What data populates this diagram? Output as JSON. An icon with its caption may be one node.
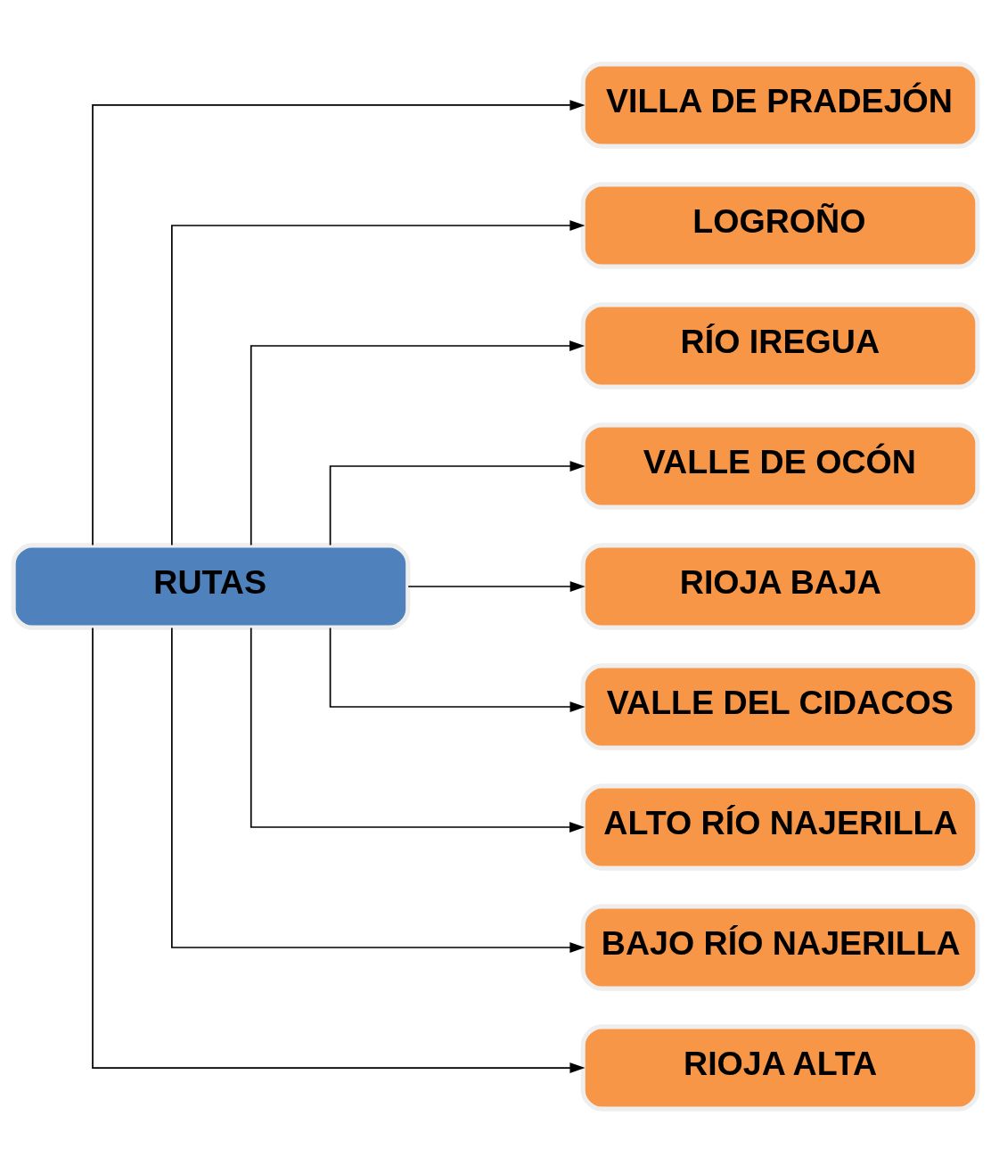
{
  "diagram": {
    "nodes": [
      {
        "text": [
          "RUTAS"
        ]
      },
      {
        "text": [
          "VILLA DE PRADEJÓN"
        ]
      },
      {
        "text": [
          "LOGROÑO"
        ]
      },
      {
        "text": [
          "RÍO IREGUA"
        ]
      },
      {
        "text": [
          "VALLE DE OCÓN"
        ]
      },
      {
        "text": [
          "RIOJA BAJA"
        ]
      },
      {
        "text": [
          "VALLE DEL CIDACOS"
        ]
      },
      {
        "text": [
          "ALTO RÍO NAJERILLA"
        ]
      },
      {
        "text": [
          "BAJO RÍO NAJERILLA"
        ]
      },
      {
        "text": [
          "RIOJA ALTA"
        ]
      }
    ],
    "edges": [
      {
        "from": 0,
        "to": 1,
        "arrow": "to"
      },
      {
        "from": 0,
        "to": 2,
        "arrow": "to"
      },
      {
        "from": 0,
        "to": 3,
        "arrow": "to"
      },
      {
        "from": 0,
        "to": 4,
        "arrow": "to"
      },
      {
        "from": 0,
        "to": 5,
        "arrow": "to"
      },
      {
        "from": 0,
        "to": 6,
        "arrow": "to"
      },
      {
        "from": 0,
        "to": 7,
        "arrow": "to"
      },
      {
        "from": 0,
        "to": 8,
        "arrow": "to"
      },
      {
        "from": 0,
        "to": 9,
        "arrow": "to"
      }
    ]
  }
}
